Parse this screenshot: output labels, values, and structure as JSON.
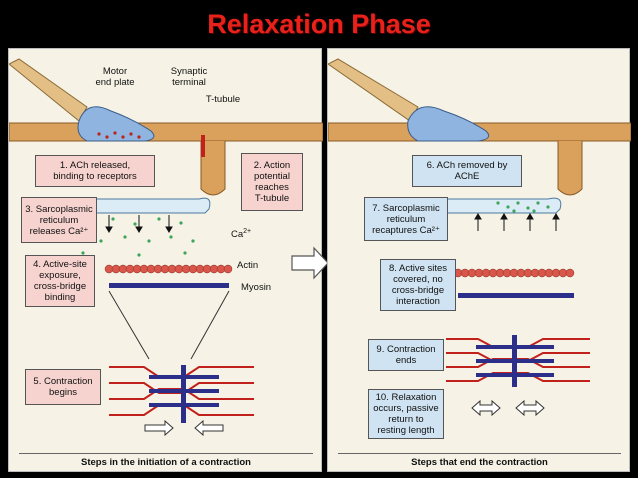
{
  "title": "Relaxation Phase",
  "left": {
    "motor_end_plate": "Motor\nend plate",
    "synaptic_terminal": "Synaptic\nterminal",
    "t_tubule": "T-tubule",
    "ca_label": "Ca",
    "ca_sup": "2+",
    "actin": "Actin",
    "myosin": "Myosin",
    "step1": "1. ACh released,\nbinding to receptors",
    "step2": "2. Action\npotential\nreaches\nT-tubule",
    "step3": "3. Sarcoplasmic\nreticulum\nreleases Ca²⁺",
    "step4": "4. Active-site\nexposure,\ncross-bridge\nbinding",
    "step5": "5. Contraction\nbegins",
    "caption": "Steps in the initiation of a contraction"
  },
  "right": {
    "step6": "6. ACh removed by\nAChE",
    "step7": "7. Sarcoplasmic\nreticulum\nrecaptures Ca²⁺",
    "step8": "8. Active sites\ncovered, no\ncross-bridge\ninteraction",
    "step9": "9. Contraction\nends",
    "step10": "10. Relaxation\noccurs, passive\nreturn to\nresting length",
    "caption": "Steps that end the contraction"
  },
  "colors": {
    "title": "#e8211b",
    "pink_box": "#f7d3cf",
    "blue_box": "#cfe3f2",
    "membrane": "#d9a15b",
    "actin": "#d9574a",
    "myosin": "#2b2f8a",
    "terminal": "#8fb4e0",
    "sr": "#dcecf6",
    "calcium": "#3ea65a"
  }
}
